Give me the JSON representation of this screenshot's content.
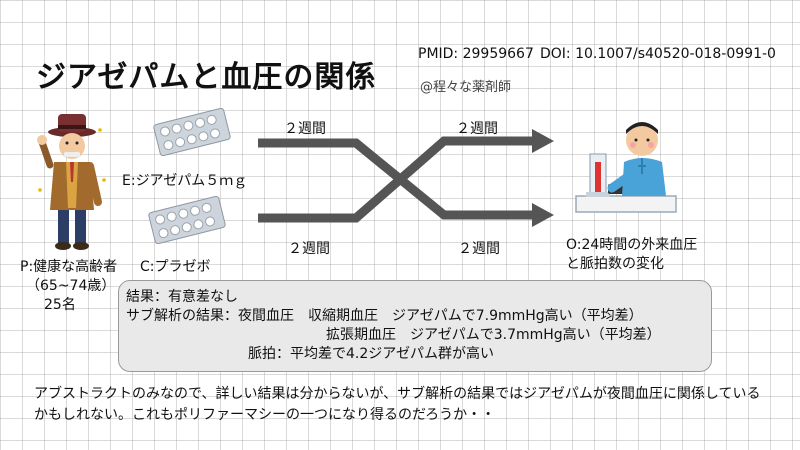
{
  "title": "ジアゼパムと血圧の関係",
  "pmid": "PMID: 29959667",
  "doi": "DOI: 10.1007/s40520-018-0991-0",
  "author": "@程々な薬剤師",
  "population": {
    "label": "P:健康な高齢者",
    "age": "（65~74歳）",
    "count": "25名"
  },
  "intervention": "E:ジアゼパム５ｍｇ",
  "comparison": "C:プラゼボ",
  "outcome": {
    "line1": "O:24時間の外来血圧",
    "line2": "と脈拍数の変化"
  },
  "period_labels": [
    "２週間",
    "２週間",
    "２週間",
    "２週間"
  ],
  "results": {
    "main": "結果：有意差なし",
    "sub_head": "サブ解析の結果：夜間血圧　収縮期血圧　ジアゼパムで7.9mmHg高い（平均差）",
    "sub_dia": "拡張期血圧　ジアゼパムで3.7mmHg高い（平均差）",
    "pulse": "脈拍：平均差で4.2ジアゼパム群が高い"
  },
  "footer": "アブストラクトのみなので、詳しい結果は分からないが、サブ解析の結果ではジアゼパムが夜間血圧に関係しているかもしれない。これもポリファーマシーの一つになり得るのだろうか・・",
  "colors": {
    "arrow": "#555555",
    "box_bg": "#e9e9e9",
    "pill_pack": "#cdd4dc"
  },
  "icons": [
    "elderly-man-illustration",
    "pill-pack-icon",
    "pill-pack-icon",
    "blood-pressure-patient-illustration"
  ]
}
